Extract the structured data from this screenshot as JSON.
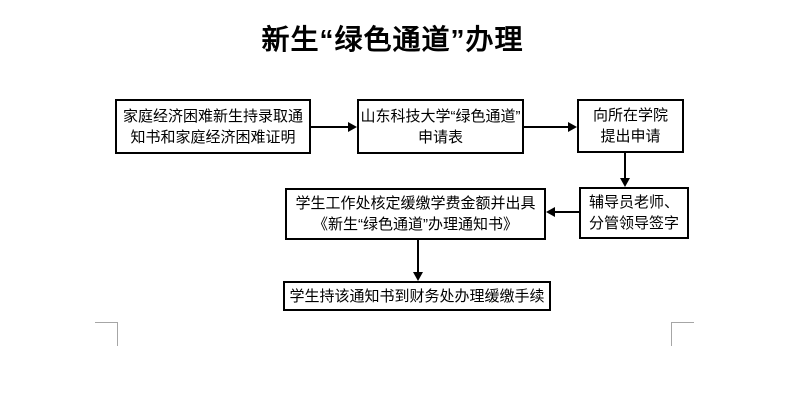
{
  "page": {
    "title": "新生“绿色通道”办理",
    "background_color": "#ffffff",
    "text_color": "#000000"
  },
  "flowchart": {
    "line_color": "#000000",
    "nodes": [
      {
        "id": "materials",
        "line1": "家庭经济困难新生持录取通",
        "line2": "知书和家庭经济困难证明"
      },
      {
        "id": "application-form",
        "line1": "山东科技大学“绿色通道”",
        "line2": "申请表"
      },
      {
        "id": "apply-college",
        "line1": "向所在学院",
        "line2": "提出申请"
      },
      {
        "id": "signatures",
        "line1": "辅导员老师、",
        "line2": "分管领导签字"
      },
      {
        "id": "student-affairs",
        "line1": "学生工作处核定缓缴学费金额并出具",
        "line2": "《新生“绿色通道”办理通知书》"
      },
      {
        "id": "finance-office",
        "line1": "学生持该通知书到财务处办理缓缴手续"
      }
    ],
    "connectors": [
      {
        "from": "materials",
        "to": "application-form",
        "direction": "right"
      },
      {
        "from": "application-form",
        "to": "apply-college",
        "direction": "right"
      },
      {
        "from": "apply-college",
        "to": "signatures",
        "direction": "down"
      },
      {
        "from": "signatures",
        "to": "student-affairs",
        "direction": "left"
      },
      {
        "from": "student-affairs",
        "to": "finance-office",
        "direction": "down"
      }
    ]
  },
  "page_marks": {
    "color": "#a6a6a6",
    "type": "text-boundary-corners"
  }
}
